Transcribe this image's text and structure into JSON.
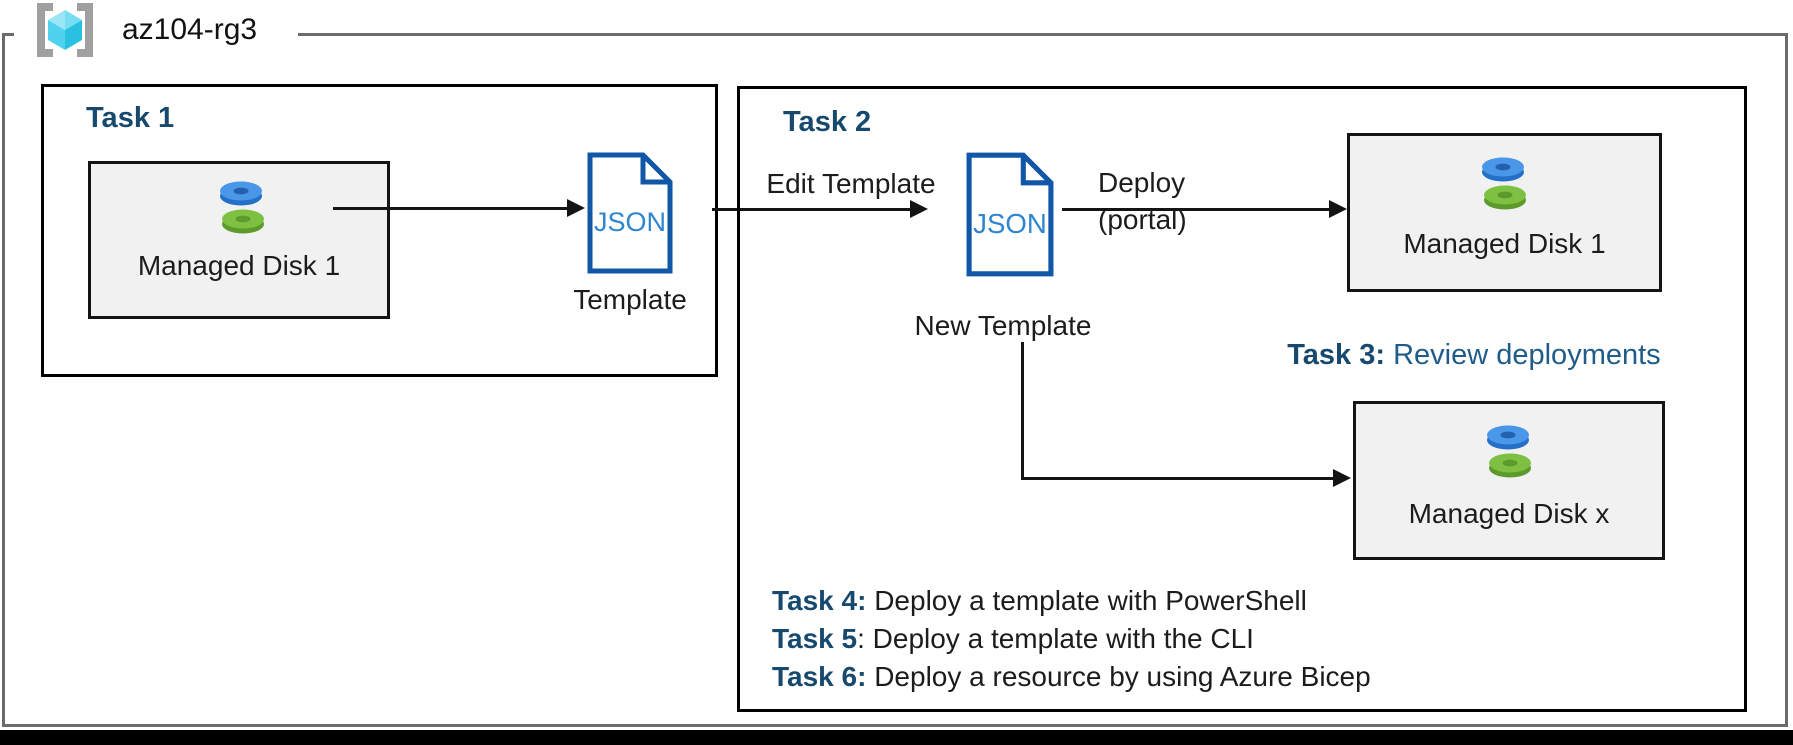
{
  "resource_group": {
    "name": "az104-rg3"
  },
  "task1": {
    "heading": "Task 1",
    "disk_box": {
      "label": "Managed Disk 1"
    },
    "template": {
      "file_label": "JSON",
      "caption": "Template"
    }
  },
  "task2": {
    "heading": "Task 2",
    "edit_arrow_label": "Edit Template",
    "new_template": {
      "file_label": "JSON",
      "caption": "New Template"
    },
    "deploy_arrow_label_line1": "Deploy",
    "deploy_arrow_label_line2": "(portal)",
    "disk_box_1": {
      "label": "Managed Disk 1"
    },
    "task3": {
      "label": "Task 3:",
      "text": " Review deployments"
    },
    "disk_box_x": {
      "label": "Managed Disk x"
    },
    "task_list": [
      {
        "label": "Task 4:",
        "text": " Deploy a template with PowerShell"
      },
      {
        "label": "Task 5",
        "text": ": Deploy a template with the CLI"
      },
      {
        "label": "Task 6:",
        "text": " Deploy a resource by using Azure Bicep"
      }
    ]
  },
  "icons": {
    "resource_group": "resource-group-brackets-cube-icon",
    "managed_disk": "stacked-disks-icon",
    "template_file": "json-document-icon"
  },
  "colors": {
    "heading_blue": "#17496E",
    "body_blue": "#1F5C87",
    "doc_outline_blue": "#1057A8",
    "doc_text_blue": "#2E86D1",
    "disk_blue_top": "#4A96E8",
    "disk_blue_side": "#2470C8",
    "disk_green_top": "#7EC142",
    "disk_green_side": "#5C9B2B",
    "box_fill_gray": "#F1F1F2",
    "outer_border_gray": "#6B6B6B",
    "connector_black": "#141414",
    "bottom_bar_black": "#000000"
  }
}
